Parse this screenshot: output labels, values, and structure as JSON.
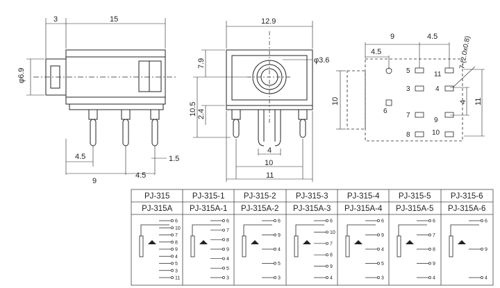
{
  "side_view": {
    "dims": {
      "top_left": "3",
      "top_main": "15",
      "body_dia": "φ6.9",
      "bot_a": "4.5",
      "bot_b": "9",
      "bot_c": "4.5",
      "bot_d": "1.5"
    }
  },
  "front_view": {
    "dims": {
      "width": "12.9",
      "hole": "φ3.6",
      "h1": "7.9",
      "h2": "10.5",
      "h3": "2.4",
      "pin_a": "4",
      "pin_b": "10",
      "pin_c": "11"
    }
  },
  "footprint": {
    "dims": {
      "top_a": "9",
      "top_b": "4.5",
      "inner": "4.5",
      "hole_note": "7-(2.0x0.8)",
      "height": "10",
      "right_a": "4",
      "right_b": "11"
    },
    "pins": [
      "5",
      "11",
      "3",
      "4",
      "6",
      "7",
      "9",
      "8",
      "10"
    ]
  },
  "models": {
    "row1": [
      "PJ-315",
      "PJ-315-1",
      "PJ-315-2",
      "PJ-315-3",
      "PJ-315-4",
      "PJ-315-5",
      "PJ-315-6"
    ],
    "row2": [
      "PJ-315A",
      "PJ-315A-1",
      "PJ-315A-2",
      "PJ-315A-3",
      "PJ-315A-4",
      "PJ-315A-5",
      "PJ-315A-6"
    ]
  },
  "schematics": [
    [
      "6",
      "10",
      "7",
      "8",
      "9",
      "4",
      "5",
      "3",
      "11"
    ],
    [
      "6",
      "7",
      "8",
      "9",
      "4",
      "5",
      "3"
    ],
    [
      "6",
      "9",
      "4",
      "5",
      "3"
    ],
    [
      "6",
      "10",
      "7",
      "8",
      "9",
      "4"
    ],
    [
      "6",
      "9",
      "4",
      "5",
      "3"
    ],
    [
      "6",
      "7",
      "8",
      "9",
      "4"
    ],
    [
      "6",
      "9",
      "4"
    ]
  ]
}
